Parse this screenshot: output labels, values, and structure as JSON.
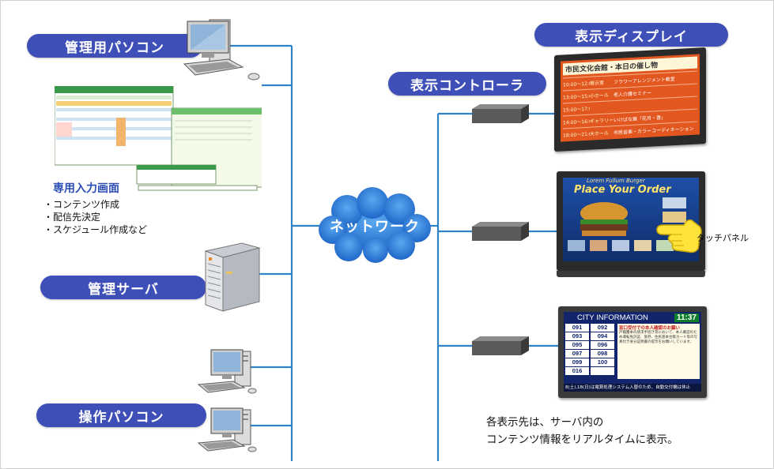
{
  "labels": {
    "admin_pc": "管理用パソコン",
    "entry_title": "専用入力画面",
    "entry_items": [
      "・コンテンツ作成",
      "・配信先決定",
      "・スケジュール作成など"
    ],
    "mgmt_server": "管理サーバ",
    "operation_pc": "操作パソコン",
    "network": "ネットワーク",
    "display_controller": "表示コントローラ",
    "display": "表示ディスプレイ",
    "touch_panel": "タッチパネル",
    "caption_line1": "各表示先は、サーバ内の",
    "caption_line2": "コンテンツ情報をリアルタイムに表示。"
  },
  "screens": {
    "screen1": {
      "title": "市民文化会館・本日の催し物",
      "rows": [
        [
          "10:00～12:00",
          "展示室",
          "フラワーアレンジメント教室"
        ],
        [
          "13:00～15:00",
          "小ホール",
          "老人介護セミナー"
        ],
        [
          "15:00～17:00",
          "",
          ""
        ],
        [
          "14:00～16:00",
          "ギャラリー",
          "いけばな展「花月・香」"
        ],
        [
          "18:00～21:00",
          "大ホール",
          "市民音楽・カラーコーディネーション"
        ]
      ]
    },
    "screen2": {
      "subtitle": "Lorem Fullum Burger",
      "headline": "Place Your Order"
    },
    "screen3": {
      "title": "CITY INFORMATION",
      "time": "11:37",
      "numbers": [
        [
          "091",
          "092"
        ],
        [
          "093",
          "094"
        ],
        [
          "095",
          "096"
        ],
        [
          "097",
          "098"
        ],
        [
          "099",
          "100"
        ],
        [
          "016",
          ""
        ]
      ],
      "notice_title": "窓口受付での本人確認のお願い",
      "notice_body": "戸籍謄本の請求手続き等において、本人確認のため運転免許証、旅券、住民基本台帳カード等の写真付き身分証明書の提示をお願いしています。",
      "ticker": "8(土),18(日)は電算処理システム入替のため、自動交付機は休止"
    }
  },
  "icons": {
    "admin_pc": "desktop-computer-icon",
    "server": "tower-server-icon",
    "operation_pc": "desktop-computer-icon",
    "controller": "controller-box-icon",
    "network": "cloud-icon",
    "hand": "pointing-hand-icon"
  },
  "colors": {
    "pill": "#3f4fb8",
    "wire": "#2f83c6",
    "cloud": "#2f7fd8",
    "screen1_bg": "#e2571f",
    "screen3_bg": "#12246c"
  }
}
